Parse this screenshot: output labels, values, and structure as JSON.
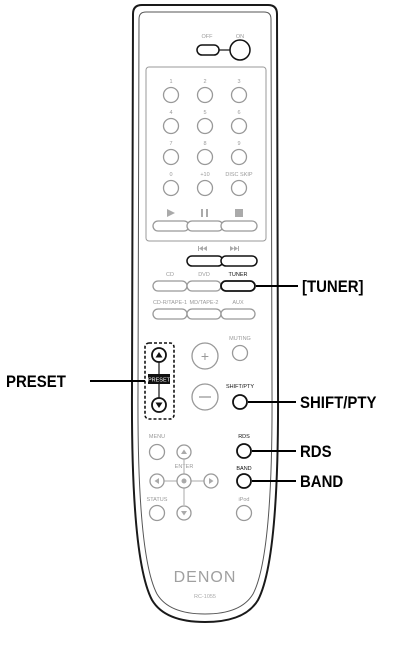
{
  "remote": {
    "power": {
      "off_label": "OFF",
      "on_label": "ON"
    },
    "numpad": {
      "row1": [
        "1",
        "2",
        "3"
      ],
      "row2": [
        "4",
        "5",
        "6"
      ],
      "row3": [
        "7",
        "8",
        "9"
      ],
      "row4": [
        "0",
        "+10",
        "DISC SKIP"
      ]
    },
    "source_row1": [
      "CD",
      "DVD",
      "TUNER"
    ],
    "source_row2": [
      "CD-R/TAPE-1",
      "MD/TAPE-2",
      "AUX"
    ],
    "muting_label": "MUTING",
    "preset_tag": "PRESET",
    "shift_pty_label": "SHIFT/PTY",
    "menu_label": "MENU",
    "enter_label": "ENTER",
    "status_label": "STATUS",
    "rds_label": "RDS",
    "band_label": "BAND",
    "ipod_label": "iPod",
    "brand": "DENON",
    "model": "RC-1055"
  },
  "callouts": {
    "tuner": "[TUNER]",
    "preset": "PRESET",
    "shift_pty": "SHIFT/PTY",
    "rds": "RDS",
    "band": "BAND"
  }
}
